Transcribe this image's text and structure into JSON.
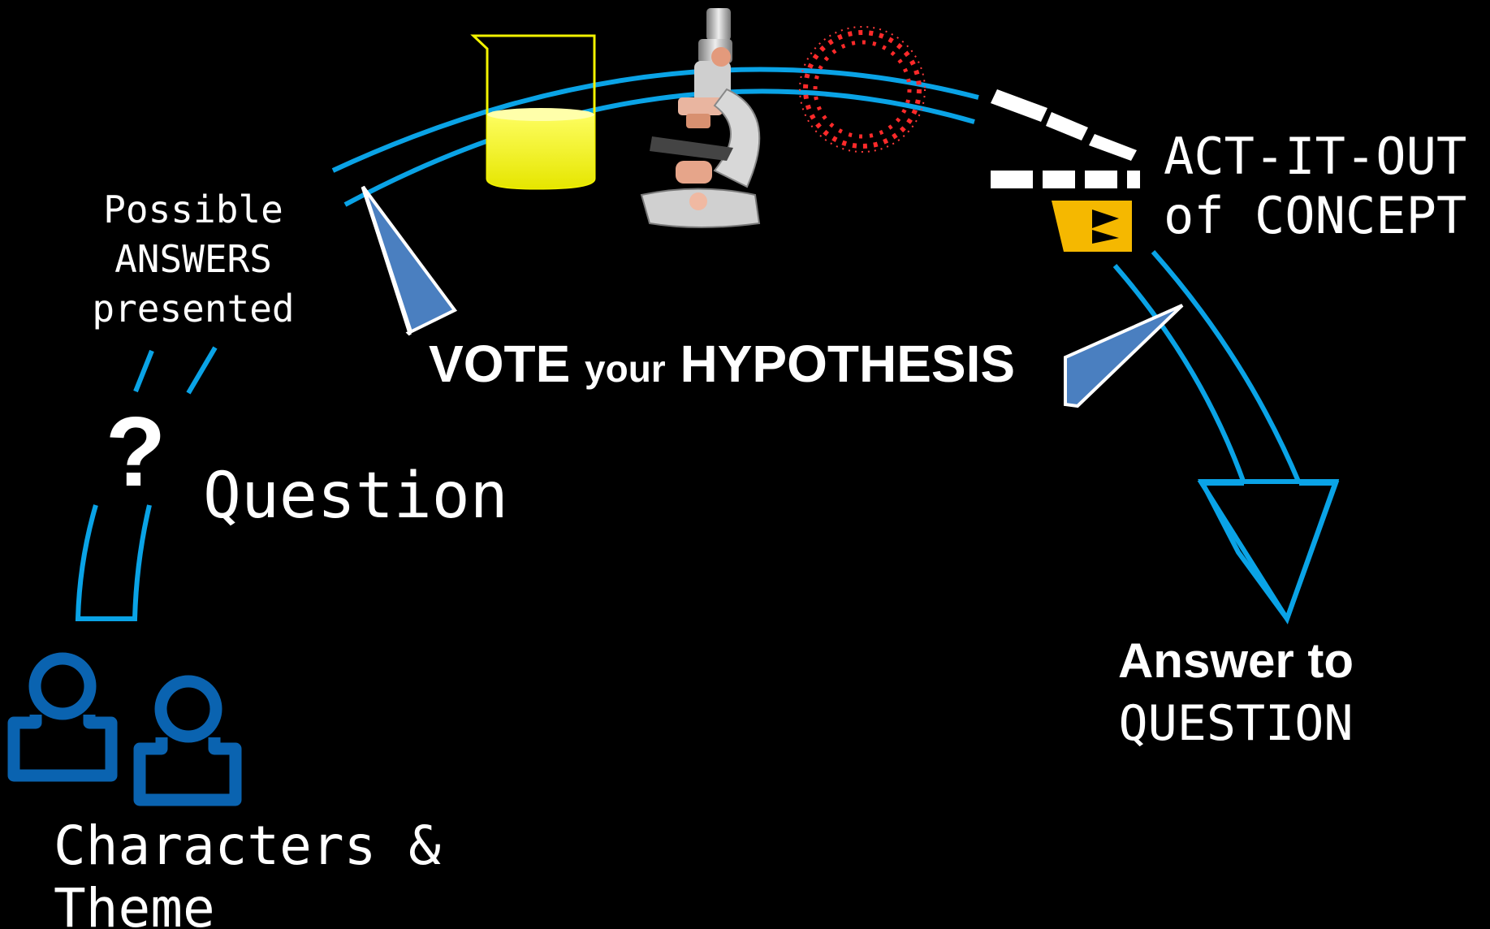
{
  "labels": {
    "possible_answers": [
      "Possible",
      "ANSWERS",
      "presented"
    ],
    "question": "Question",
    "characters_theme": [
      "Characters &",
      "Theme"
    ],
    "act_it_out": [
      "ACT-IT-OUT",
      "of CONCEPT"
    ],
    "vote": {
      "word1": "VOTE",
      "word2": "your",
      "word3": "HYPOTHESIS"
    },
    "answer_title": "Answer to",
    "answer_sub": "QUESTION",
    "question_mark": "?"
  },
  "icons": [
    "person-icon",
    "beaker-icon",
    "microscope-icon",
    "cell-icon",
    "clapperboard-icon",
    "pointer-icon"
  ],
  "colors": {
    "background": "#000000",
    "arc": "#0aa3e6",
    "person": "#0a63b0",
    "pointer": "#4a7fc0",
    "beaker_liquid": "#ffff33",
    "cell": "#ff3b3b",
    "clapper": "#f5b800",
    "text": "#ffffff"
  }
}
